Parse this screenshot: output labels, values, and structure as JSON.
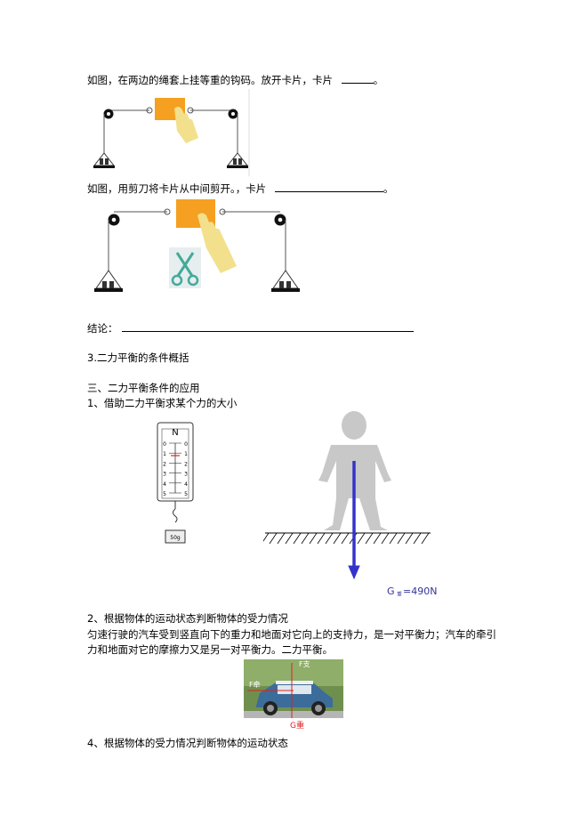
{
  "paragraphs": {
    "p1": "如图，在两边的绳套上挂等重的钩码。放开卡片，卡片",
    "p1_end": "。",
    "p2": "如图，用剪刀将卡片从中间剪开。，卡片",
    "p2_end": "。",
    "conclusion": "结论：",
    "s3": "3.二力平衡的条件概括",
    "section3": "三、二力平衡条件的应用",
    "item1": "1、借助二力平衡求某个力的大小",
    "item2": "2、根据物体的运动状态判断物体的受力情况",
    "item2_line1": "匀速行驶的汽车受到竖直向下的重力和地面对它向上的支持力，是一对平衡力；汽车的牵引",
    "item2_line2": "力和地面对它的摩擦力又是另一对平衡力。二力平衡。",
    "item4": "4、根据物体的受力情况判断物体的运动状态"
  },
  "figures": {
    "scale_unit": "N",
    "scale_ticks": [
      "0",
      "1",
      "2",
      "3",
      "4",
      "5"
    ],
    "weight_label": "50g",
    "gravity_label_main": "G",
    "gravity_label_sub": "重",
    "gravity_label_value": "=490N",
    "car_support_label": "F支",
    "car_traction_label": "F牵",
    "car_gravity_label": "G重",
    "colors": {
      "card": "#f5a020",
      "hand": "#f2e08c",
      "arrow": "#3333cc",
      "person": "#c8c8c8",
      "car_label": "#e02020"
    }
  }
}
